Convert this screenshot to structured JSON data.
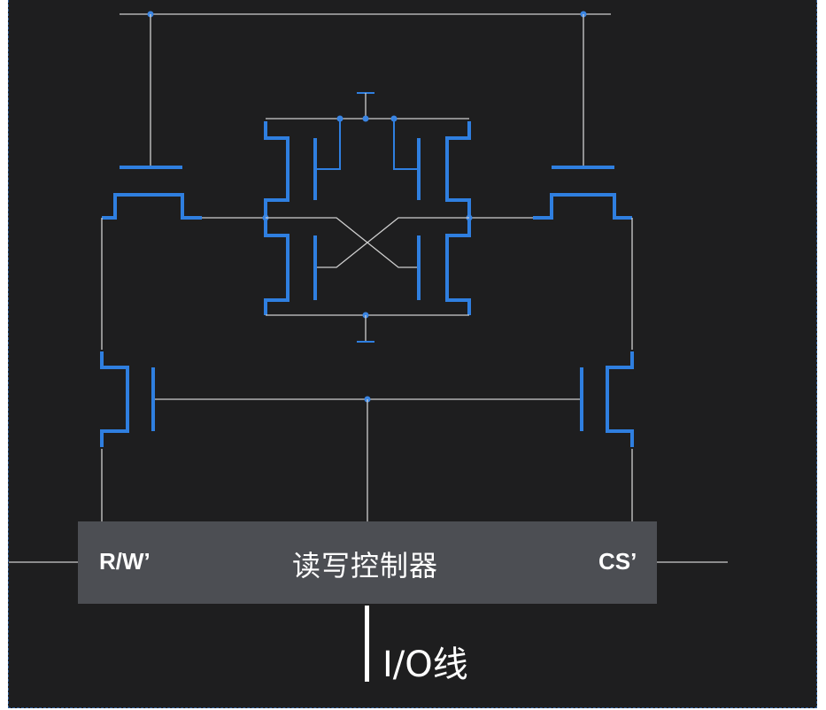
{
  "diagram": {
    "controller_label": "读写控制器",
    "rw_label": "R/W’",
    "cs_label": "CS’",
    "io_label": "I/O线"
  },
  "colors": {
    "background": "#1e1e1f",
    "wire": "#cfcfcf",
    "transistor": "#2f7fe0",
    "controller_box": "#4c4e53",
    "text": "#ffffff"
  }
}
